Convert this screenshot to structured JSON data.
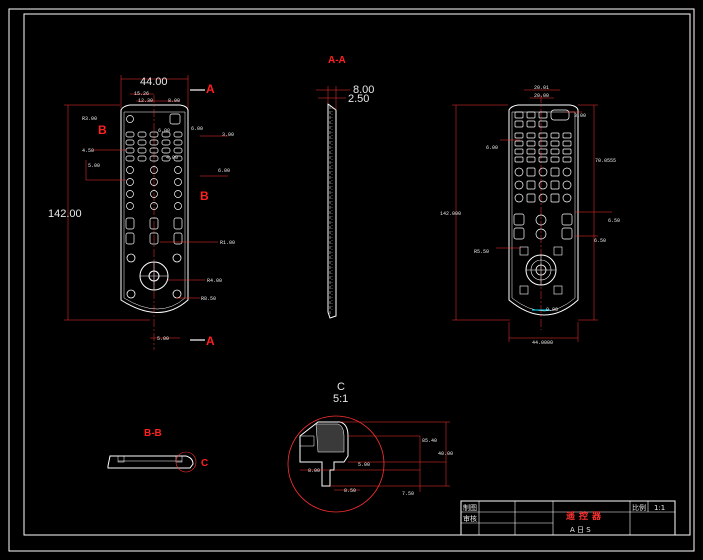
{
  "drawing": {
    "views": {
      "front": {
        "section_mark_top": "A",
        "section_mark_bottom": "A",
        "section_mark_left": "B",
        "section_mark_right": "B",
        "dims": {
          "width": "44.00",
          "width_sub1": "15.26",
          "width_sub2": "12.30",
          "width_sub3": "8.00",
          "height": "142.00",
          "r_top": "R3.00",
          "d1": "6.00",
          "d2": "6.00",
          "d3": "4.50",
          "d4": "5.00",
          "d5": "6.00",
          "d6": "3.00",
          "r_btn": "R1.00",
          "r_nav": "R4.00",
          "r_bottom": "R8.50",
          "d7": "4.00",
          "d8": "5.00"
        }
      },
      "section_aa": {
        "title": "A-A",
        "dim_top": "8.00",
        "dim_second": "2.50"
      },
      "back": {
        "dims": {
          "top1": "20.01",
          "top2": "20.00",
          "left": "6.00",
          "right_top": "70.0555",
          "height": "142.000",
          "right_mid1": "6.50",
          "right_mid2": "6.50",
          "left_mid": "R5.50",
          "bottom_inner": "9.00",
          "bottom": "44.0000",
          "top_small": "3.00"
        }
      },
      "section_bb": {
        "title": "B-B",
        "callout": "C"
      },
      "detail_c": {
        "title": "C",
        "scale": "5:1",
        "dims": {
          "h1": "85.40",
          "h2": "40.00",
          "w1": "8.00",
          "w2": "5.00",
          "w3": "8.50",
          "w4": "7.50"
        }
      }
    },
    "title_block": {
      "row1_label": "制图",
      "row2_label": "审核",
      "title": "遥控器",
      "scale_label": "比例",
      "scale_value": "1:1",
      "footer": "A 日 S"
    }
  },
  "colors": {
    "background": "#000000",
    "line": "#ffffff",
    "dim_text": "#e8e8e8",
    "dim_line": "#ff3030",
    "label": "#ff2020",
    "nav_ring": "#00e5ff",
    "grey": "#bdbdbd"
  }
}
